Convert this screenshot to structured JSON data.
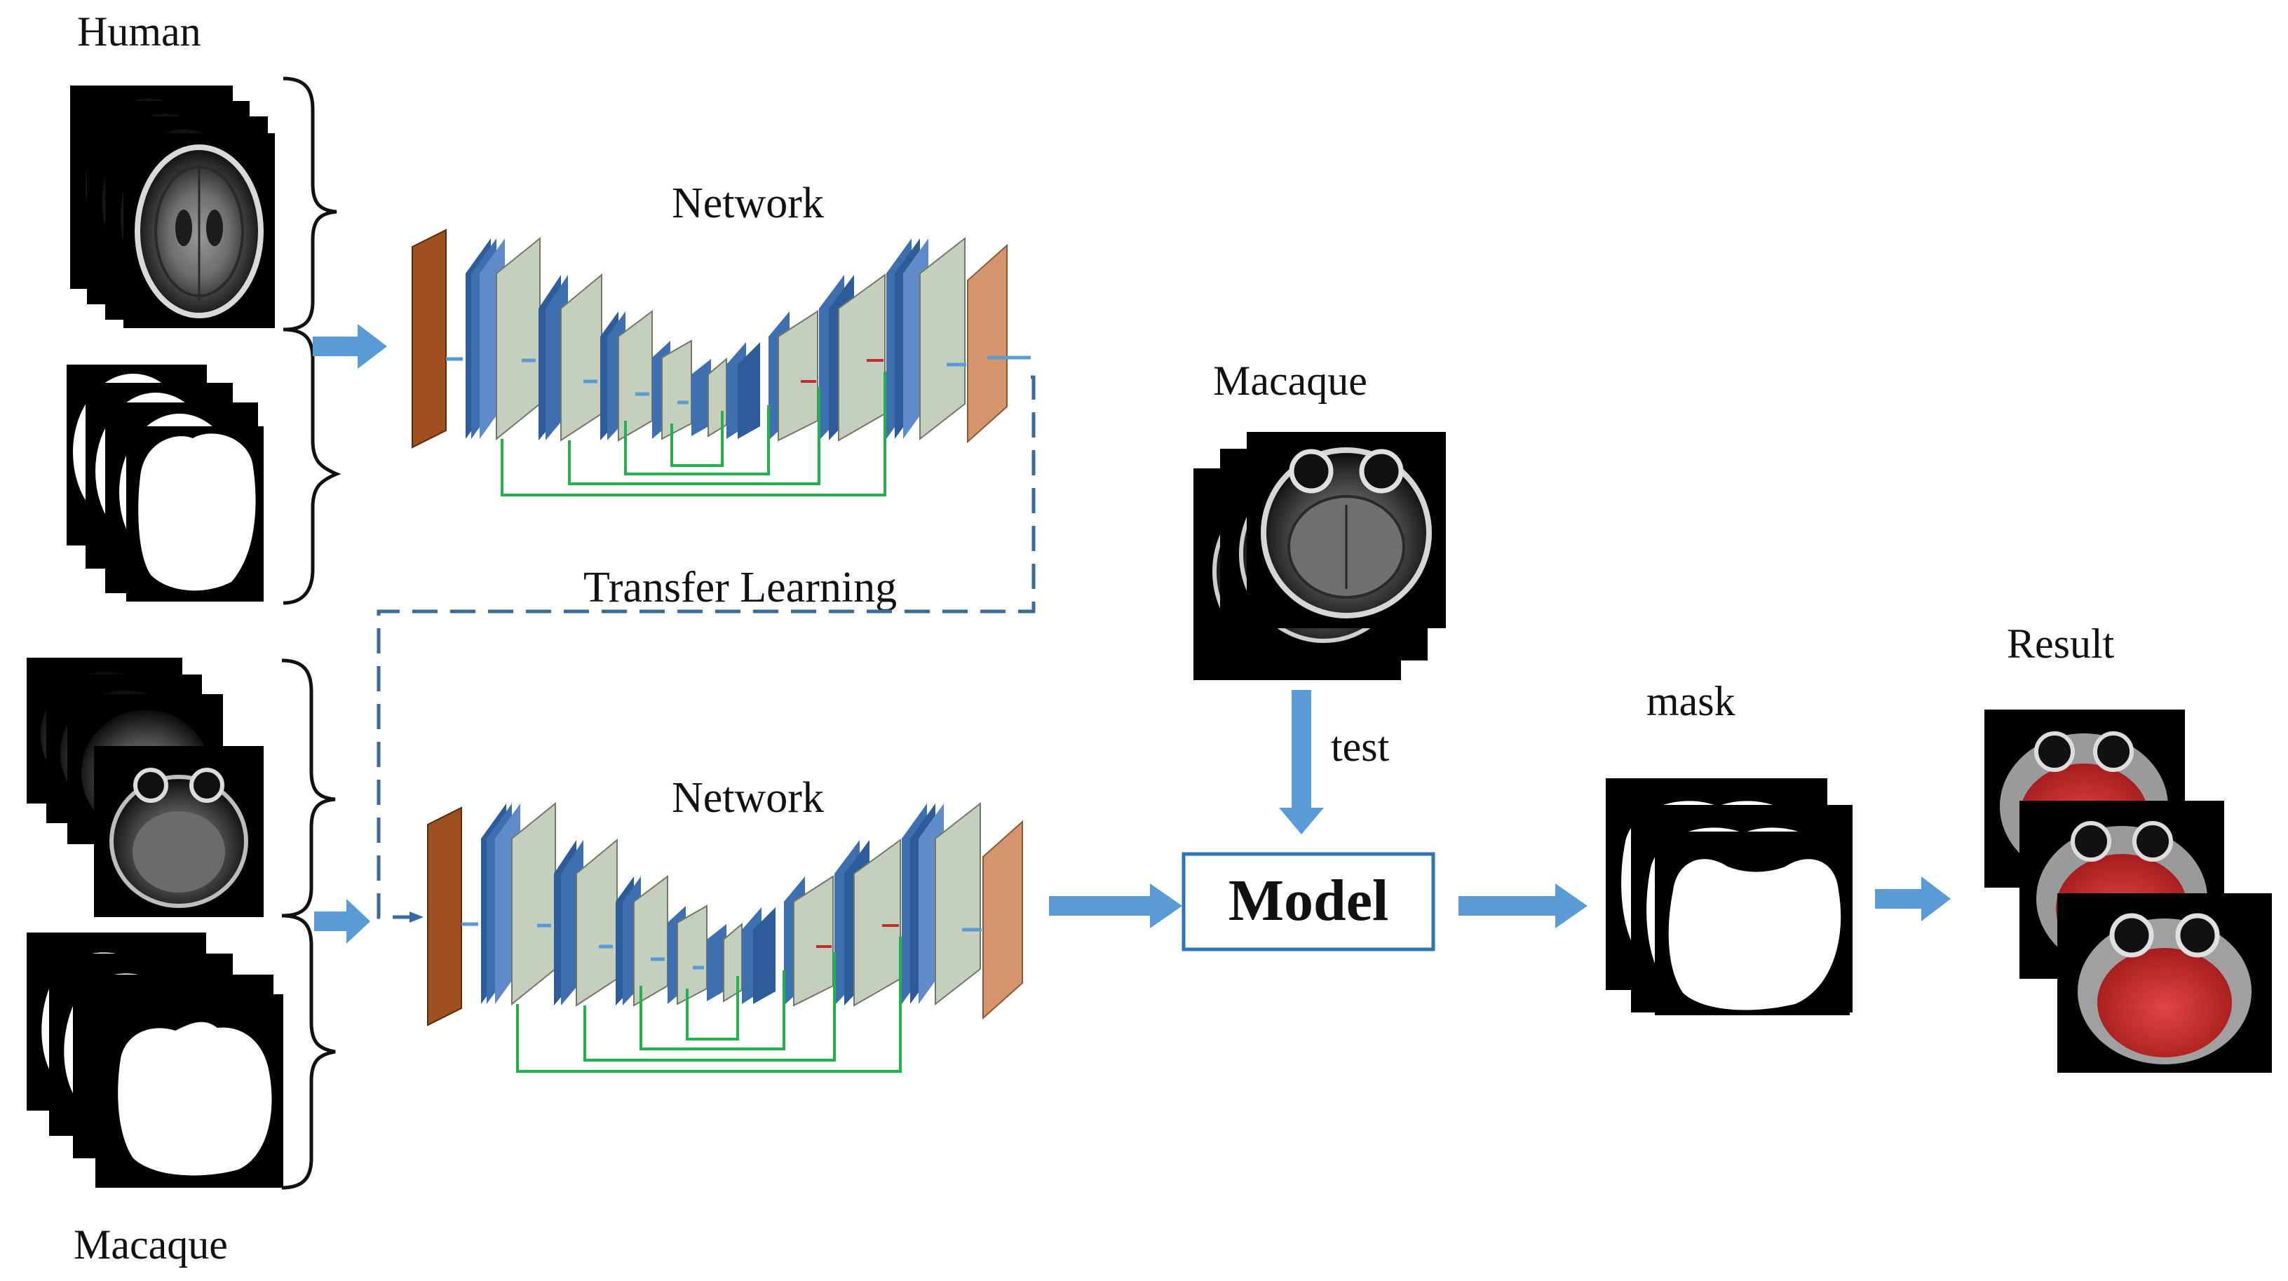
{
  "labels": {
    "human": "Human",
    "macaque_train": "Macaque",
    "network_top": "Network",
    "network_bottom": "Network",
    "transfer_learning": "Transfer Learning",
    "macaque_test": "Macaque",
    "test": "test",
    "model": "Model",
    "mask": "mask",
    "result": "Result"
  },
  "colors": {
    "arrow": "#5b9bd5",
    "block_front": "#c5cfbd",
    "block_blue": "#3e6fb0",
    "block_side": "#2e5b99",
    "input_layer": "#a0501e",
    "output_layer": "#d4956b",
    "skip_connection": "#22b14c",
    "transfer_dashed": "#3a6b9e",
    "model_border": "#2e75b6",
    "brain_overlay": "#d12a2a"
  },
  "icons": [
    "mri-slice-stack",
    "mask-stack",
    "result-overlay-stack",
    "curly-brace",
    "arrow-right",
    "arrow-down"
  ]
}
